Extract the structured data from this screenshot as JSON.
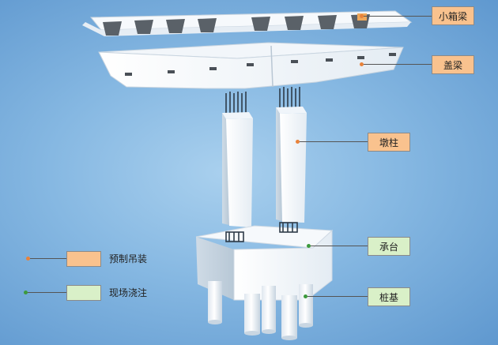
{
  "labels": {
    "box_girder": "小箱梁",
    "cap_beam": "盖梁",
    "pier_column": "墩柱",
    "pile_cap": "承台",
    "pile_foundation": "桩基"
  },
  "legend": [
    {
      "text": "预制吊装",
      "color": "#f9c28e"
    },
    {
      "text": "现场浇注",
      "color": "#d9f0c8"
    }
  ],
  "colors": {
    "precast_accent": "#e8823a",
    "cast_in_place_accent": "#3d9a3d"
  }
}
